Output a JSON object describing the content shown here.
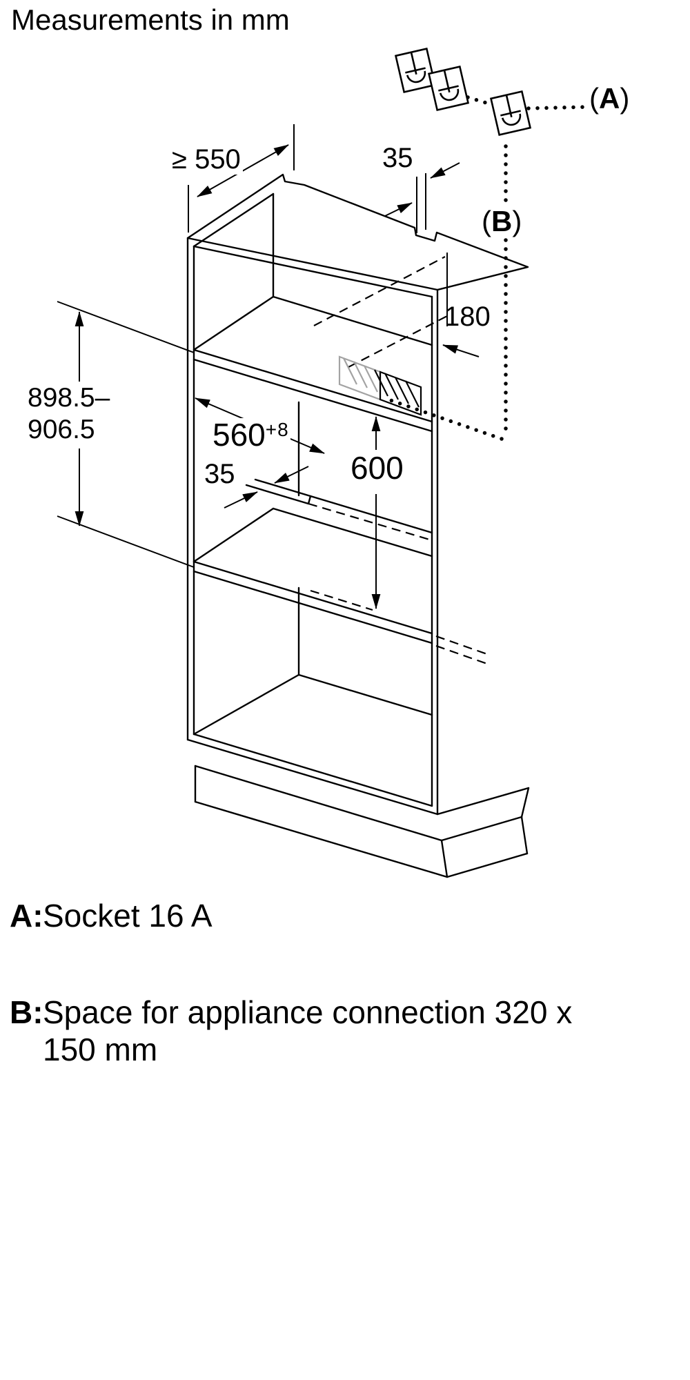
{
  "title": "Measurements in mm",
  "dimensions": {
    "top_depth": "≥ 550",
    "top_rear_gap": "35",
    "side_offset": "180",
    "niche_height_line1": "898.5–",
    "niche_height_line2": "906.5",
    "niche_width": "560",
    "niche_width_tolerance": "+8",
    "shelf_rear_notch": "35",
    "connection_height": "600"
  },
  "labels": {
    "a": {
      "open": "(",
      "letter": "A",
      "close": ")"
    },
    "b": {
      "open": "(",
      "letter": "B",
      "close": ")"
    }
  },
  "legend": {
    "a_key": "A:",
    "a_text": "Socket 16 A",
    "b_key": "B:",
    "b_text_line1": "Space for appliance connection 320 x",
    "b_text_line2": "150 mm"
  },
  "colors": {
    "line": "#000000",
    "hidden_hatch": "#a3a3a3",
    "background": "#ffffff"
  }
}
